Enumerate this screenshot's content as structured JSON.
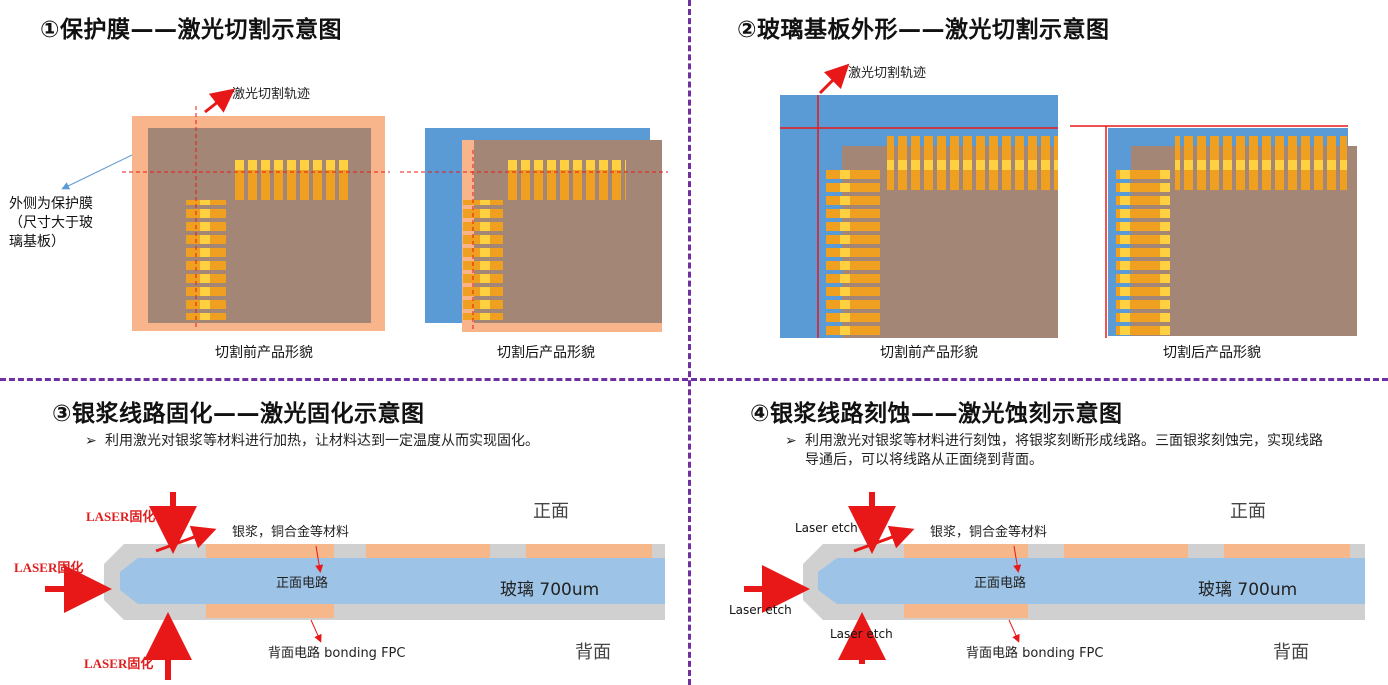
{
  "panels": {
    "p1": {
      "title": "①保护膜——激光切割示意图",
      "trajectory_label": "激光切割轨迹",
      "note": "外侧为保护膜（尺寸大于玻璃基板）",
      "note_lines": [
        "外侧为保护膜",
        "（尺寸大于玻",
        "璃基板）"
      ],
      "caption_before": "切割前产品形貌",
      "caption_after": "切割后产品形貌"
    },
    "p2": {
      "title": "②玻璃基板外形——激光切割示意图",
      "trajectory_label": "激光切割轨迹",
      "caption_before": "切割前产品形貌",
      "caption_after": "切割后产品形貌"
    },
    "p3": {
      "title": "③银浆线路固化——激光固化示意图",
      "bullet": "利用激光对银浆等材料进行加热，让材料达到一定温度从而实现固化。",
      "laser_top": "LASER固化",
      "laser_left": "LASER固化",
      "laser_bottom": "LASER固化",
      "material_label": "银浆，铜合金等材料",
      "front_circuit": "正面电路",
      "back_circuit": "背面电路 bonding FPC",
      "glass_label": "玻璃 700um",
      "front_face": "正面",
      "back_face": "背面"
    },
    "p4": {
      "title": "④银浆线路刻蚀——激光蚀刻示意图",
      "bullet": "利用激光对银浆等材料进行刻蚀，将银浆刻断形成线路。三面银浆刻蚀完，实现线路导通后，可以将线路从正面绕到背面。",
      "laser_top": "Laser etch",
      "laser_left": "Laser etch",
      "laser_bottom": "Laser etch",
      "material_label": "银浆，铜合金等材料",
      "front_circuit": "正面电路",
      "back_circuit": "背面电路 bonding FPC",
      "glass_label": "玻璃 700um",
      "front_face": "正面",
      "back_face": "背面"
    }
  },
  "colors": {
    "divider": "#7030a0",
    "film": "#f8b48a",
    "substrate": "#a48677",
    "glass_blue": "#5b9bd5",
    "pad": "#f0a020",
    "pad_tip": "#ffd040",
    "laser_red": "#e81818",
    "glass_light": "#9dc3e6",
    "paste": "#f6b88a",
    "edge_gray": "#d0d0d0"
  }
}
